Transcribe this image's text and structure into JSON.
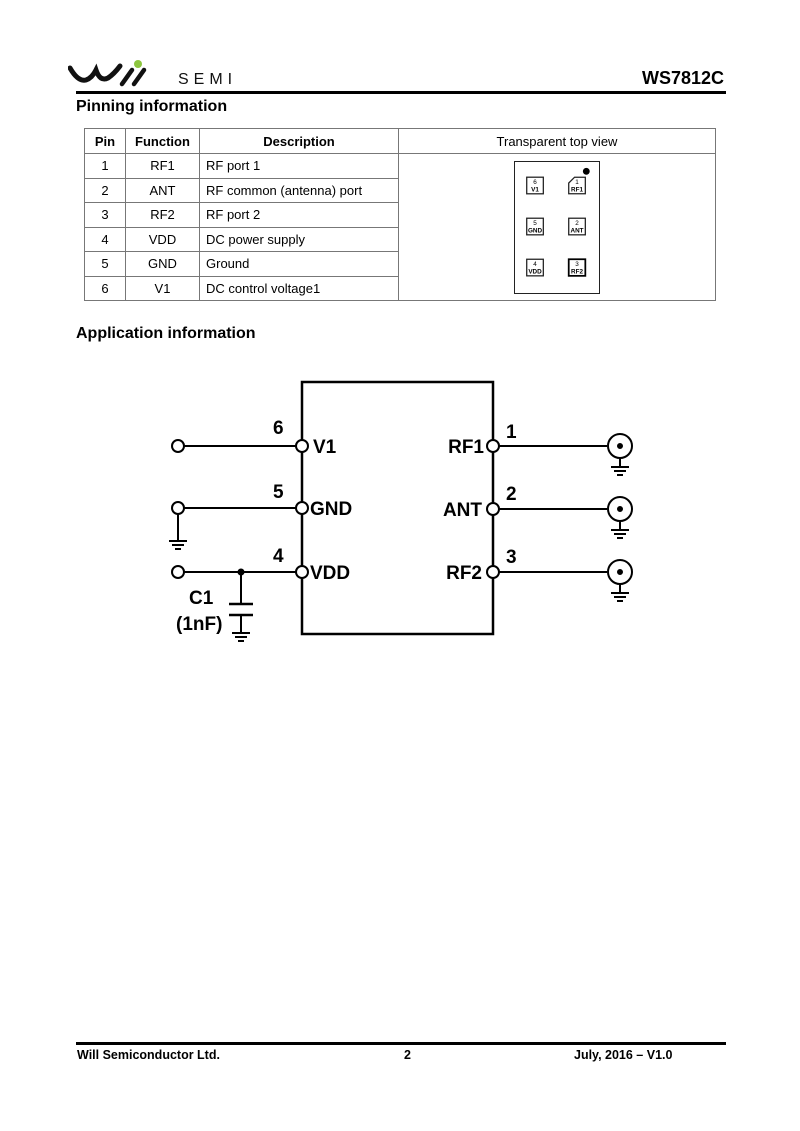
{
  "header": {
    "logo_word": "SEMI",
    "logo_accent_color": "#8dc63f",
    "part_number": "WS7812C"
  },
  "pinning": {
    "title": "Pinning information",
    "columns": [
      "Pin",
      "Function",
      "Description",
      "Transparent top view"
    ],
    "rows": [
      {
        "pin": "1",
        "function": "RF1",
        "description": "RF port 1"
      },
      {
        "pin": "2",
        "function": "ANT",
        "description": "RF common (antenna) port"
      },
      {
        "pin": "3",
        "function": "RF2",
        "description": "RF port 2"
      },
      {
        "pin": "4",
        "function": "VDD",
        "description": "DC power supply"
      },
      {
        "pin": "5",
        "function": "GND",
        "description": "Ground"
      },
      {
        "pin": "6",
        "function": "V1",
        "description": "DC control voltage1"
      }
    ],
    "top_view": {
      "pads": [
        {
          "num": "6",
          "name": "V1"
        },
        {
          "num": "1",
          "name": "RF1"
        },
        {
          "num": "5",
          "name": "GND"
        },
        {
          "num": "2",
          "name": "ANT"
        },
        {
          "num": "4",
          "name": "VDD"
        },
        {
          "num": "3",
          "name": "RF2"
        }
      ]
    }
  },
  "application": {
    "title": "Application information",
    "left_pins": [
      {
        "num": "6",
        "name": "V1"
      },
      {
        "num": "5",
        "name": "GND"
      },
      {
        "num": "4",
        "name": "VDD"
      }
    ],
    "right_pins": [
      {
        "num": "1",
        "name": "RF1"
      },
      {
        "num": "2",
        "name": "ANT"
      },
      {
        "num": "3",
        "name": "RF2"
      }
    ],
    "capacitor_label": "C1",
    "capacitor_value": "(1nF)"
  },
  "footer": {
    "company": "Will Semiconductor Ltd.",
    "page": "2",
    "date_version": "July, 2016 – V1.0"
  }
}
